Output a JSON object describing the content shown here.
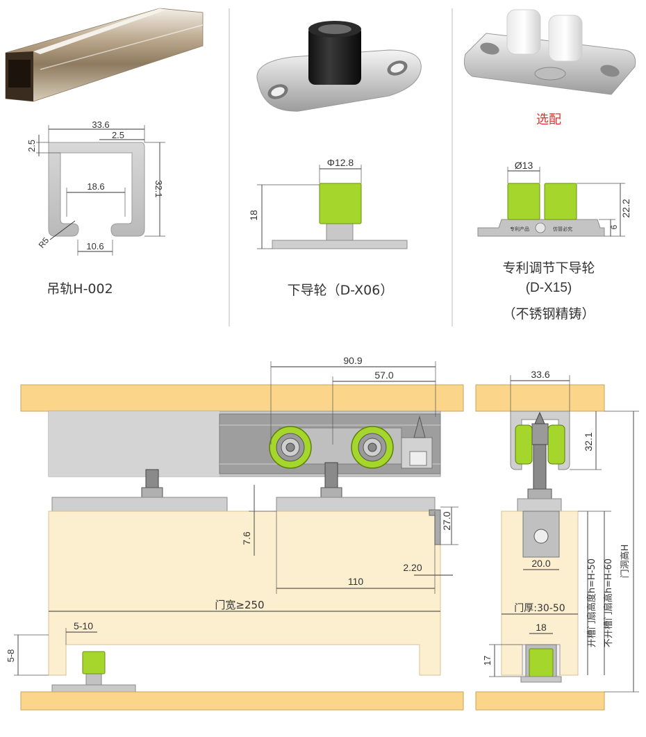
{
  "panel1": {
    "title": "吊轨H-002",
    "dims": {
      "width": "33.6",
      "lip_right": "2.5",
      "lip_left": "2.5",
      "height": "32.1",
      "opening": "18.6",
      "radius": "R5",
      "bottom": "10.6"
    }
  },
  "panel2": {
    "title": "下导轮（D-X06）",
    "dims": {
      "diameter": "Φ12.8",
      "height": "18"
    }
  },
  "panel3": {
    "optional": "选配",
    "title_line1": "专利调节下导轮",
    "title_line2": "(D-X15)",
    "title_line3": "（不锈钢精铸）",
    "dims": {
      "diameter": "Ø13",
      "height": "22.2",
      "base": "6"
    },
    "stamp_left": "专利产品",
    "stamp_right": "仿冒必究"
  },
  "front_view": {
    "dims": {
      "total": "90.9",
      "half": "57.0",
      "gap": "7.6",
      "side": "27.0",
      "offset": "2.20",
      "guide": "110",
      "door_width": "门宽≥250",
      "slot": "5-10",
      "floor": "5-8"
    }
  },
  "side_view": {
    "dims": {
      "rail_width": "33.6",
      "rail_height": "32.1",
      "bracket": "20.0",
      "door_thickness": "门厚:30-50",
      "guide_width": "18",
      "guide_height": "17"
    },
    "vlabel_slot": "开槽门扇高度h=H-50",
    "vlabel_noslot": "不开槽门扇高h=H-60",
    "vlabel_opening": "门洞高H"
  },
  "colors": {
    "wood": "#fbd68a",
    "wood_light": "#fcefd0",
    "lime": "#a4d62b",
    "aluminum": "#cfcfcf",
    "text_red": "#e0302a"
  }
}
